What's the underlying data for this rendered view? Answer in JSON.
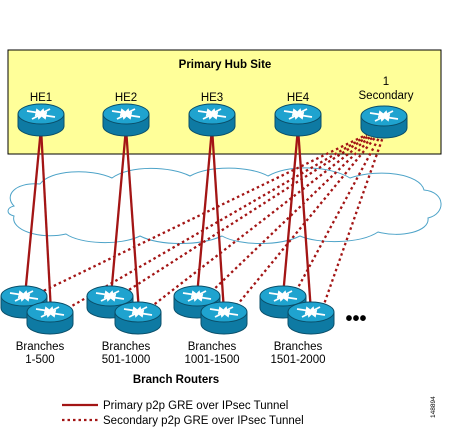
{
  "hub": {
    "title": "Primary Hub Site",
    "routers": [
      {
        "id": "he1",
        "label": "HE1"
      },
      {
        "id": "he2",
        "label": "HE2"
      },
      {
        "id": "he3",
        "label": "HE3"
      },
      {
        "id": "he4",
        "label": "HE4"
      },
      {
        "id": "secondary",
        "label_line1": "1",
        "label_line2": "Secondary"
      }
    ]
  },
  "branch_groups": [
    {
      "label_line1": "Branches",
      "label_line2": "1-500"
    },
    {
      "label_line1": "Branches",
      "label_line2": "501-1000"
    },
    {
      "label_line1": "Branches",
      "label_line2": "1001-1500"
    },
    {
      "label_line1": "Branches",
      "label_line2": "1501-2000"
    }
  ],
  "branch_more": "•••",
  "branch_title": "Branch Routers",
  "legend": {
    "primary": "Primary p2p GRE over IPsec Tunnel",
    "secondary": "Secondary p2p GRE over IPsec Tunnel"
  },
  "figure_id": "148894",
  "colors": {
    "hub_fill": "#ffff99",
    "router_top": "#1fa3cf",
    "router_side": "#0e7aa3",
    "tunnel": "#a31515",
    "cloud_fill": "#ffffff",
    "cloud_stroke": "#4da3c8"
  }
}
